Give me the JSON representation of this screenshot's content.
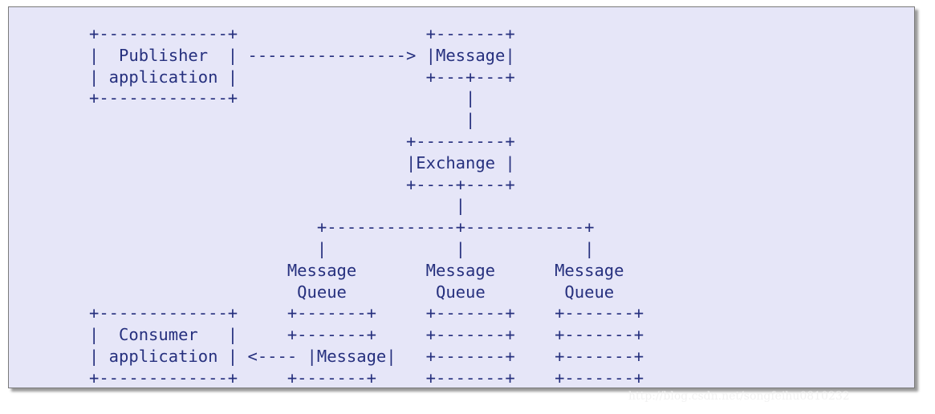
{
  "diagram": {
    "lines": [
      "+-------------+                   +-------+",
      "|  Publisher  | ----------------> |Message|",
      "| application |                   +---+---+",
      "+-------------+                       |",
      "                                      |",
      "                                +---------+",
      "                                |Exchange |",
      "                                +----+----+",
      "                                     |",
      "                       +-------------+------------+",
      "                       |             |            |",
      "                    Message       Message      Message",
      "                     Queue         Queue        Queue",
      "+-------------+     +-------+     +-------+    +-------+",
      "|  Consumer   |     +-------+     +-------+    +-------+",
      "| application | <---- |Message|   +-------+    +-------+",
      "+-------------+     +-------+     +-------+    +-------+"
    ]
  },
  "watermark": "http://blog.csdn.net/songfeihu0810232"
}
